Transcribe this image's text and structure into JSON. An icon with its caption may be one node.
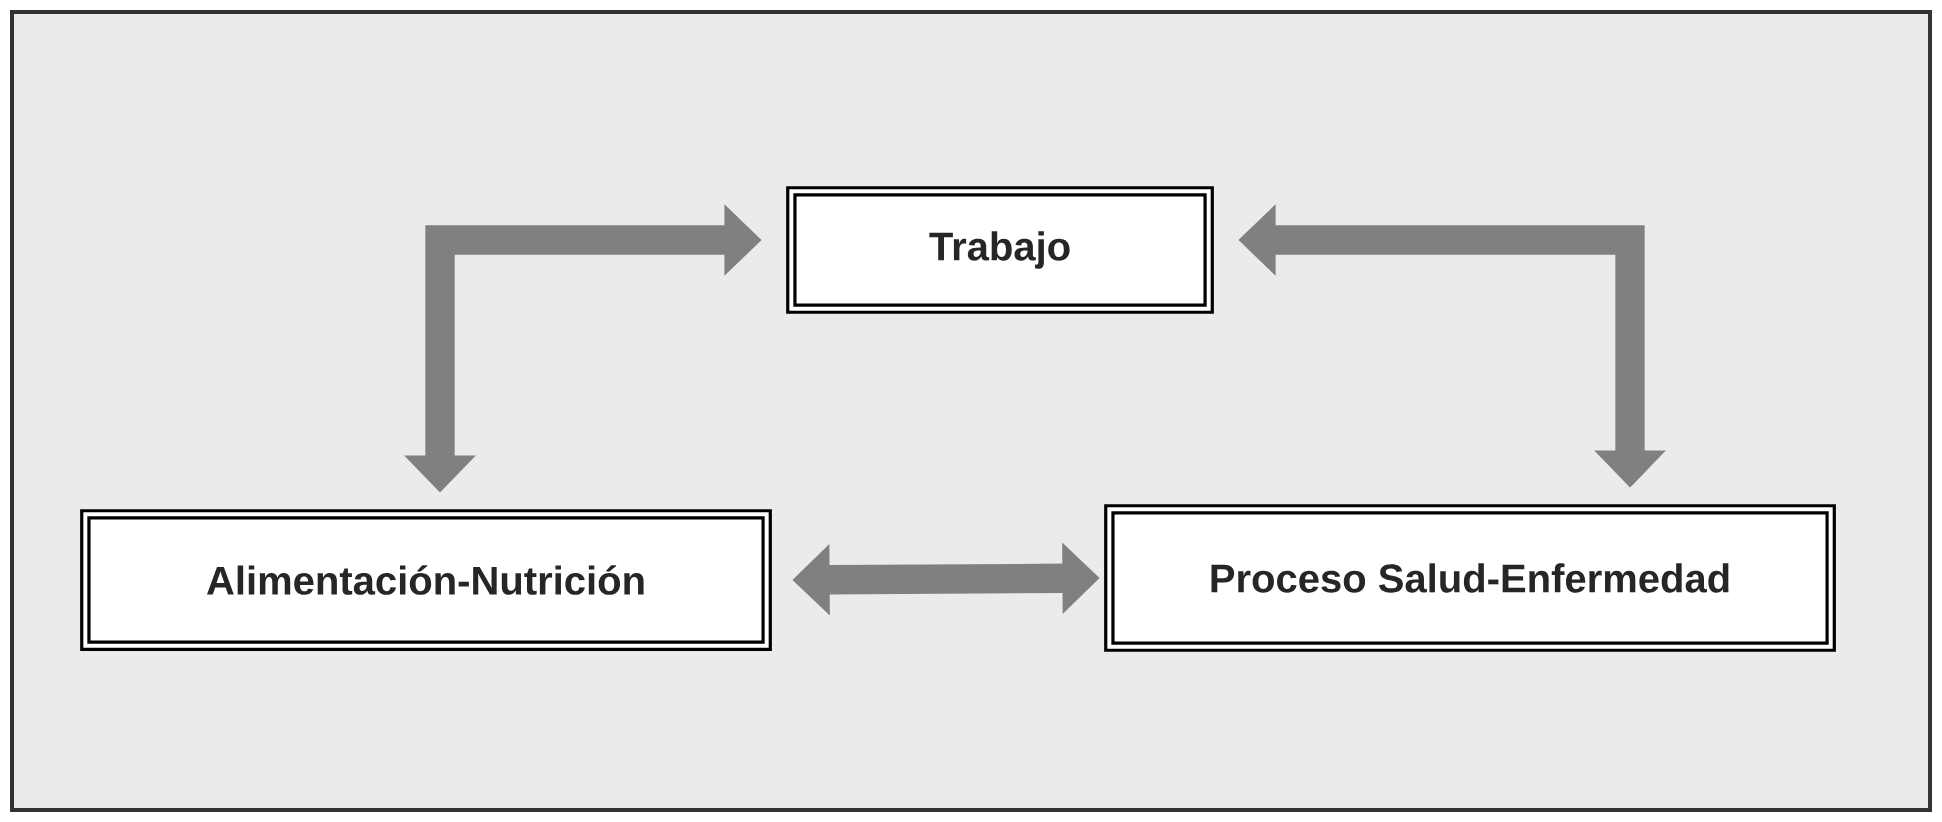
{
  "diagram": {
    "nodes": [
      {
        "text": [
          "Trabajo"
        ]
      },
      {
        "text": [
          "Alimentación-Nutrición"
        ]
      },
      {
        "text": [
          "Proceso Salud-Enfermedad"
        ]
      }
    ],
    "edges": [
      {
        "from": 0,
        "to": 1,
        "arrow": "both"
      },
      {
        "from": 0,
        "to": 2,
        "arrow": "both"
      },
      {
        "from": 1,
        "to": 2,
        "arrow": "both"
      }
    ]
  }
}
